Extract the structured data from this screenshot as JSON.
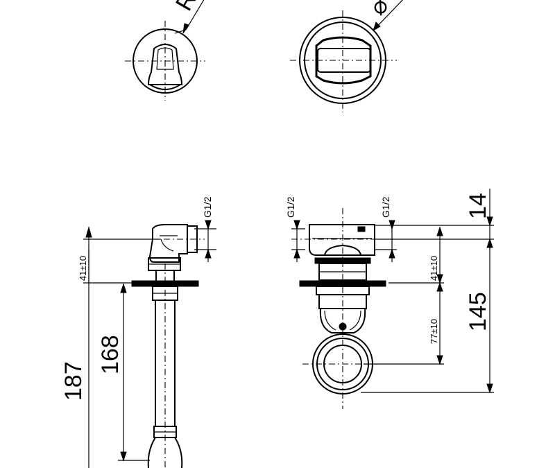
{
  "views": {
    "top_left": {
      "label": "R"
    },
    "top_right": {
      "label": "⌀"
    }
  },
  "dimensions": {
    "d187": "187",
    "d168": "168",
    "d41_left": "41±10",
    "g12_left": "G1/2",
    "g12_right_a": "G1/2",
    "g12_right_b": "G1/2",
    "d14": "14",
    "d145": "145",
    "d41_right": "41±10",
    "d77": "77±10"
  },
  "colors": {
    "line": "#000000",
    "background": "#ffffff"
  }
}
